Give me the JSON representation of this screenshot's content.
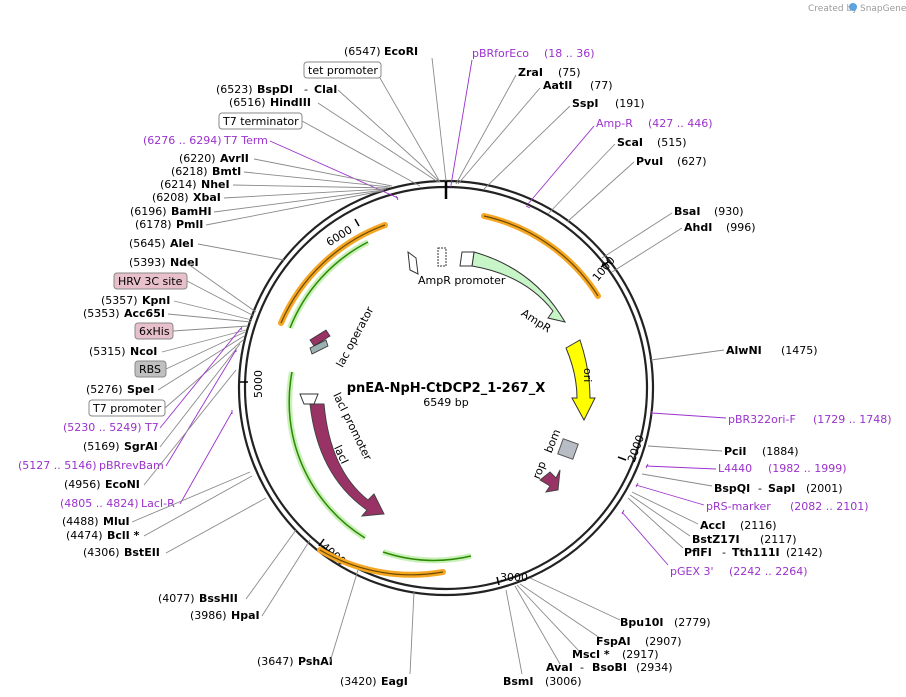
{
  "plasmid": {
    "name": "pnEA-NpH-CtDCP2_1-267_X",
    "size": "6549 bp"
  },
  "watermark": {
    "created_by": "Created by",
    "brand": "SnapGene"
  },
  "ruler": [
    "1000",
    "2000",
    "3000",
    "4000",
    "5000",
    "6000"
  ],
  "sites_right": [
    {
      "name": "EcoRI",
      "pos": "(6547)"
    },
    {
      "name": "ZraI",
      "pos": "(75)"
    },
    {
      "name": "AatII",
      "pos": "(77)"
    },
    {
      "name": "SspI",
      "pos": "(191)"
    },
    {
      "name": "ScaI",
      "pos": "(515)"
    },
    {
      "name": "PvuI",
      "pos": "(627)"
    },
    {
      "name": "BsaI",
      "pos": "(930)"
    },
    {
      "name": "AhdI",
      "pos": "(996)"
    },
    {
      "name": "AlwNI",
      "pos": "(1475)"
    },
    {
      "name": "PciI",
      "pos": "(1884)"
    },
    {
      "name": "BspQI",
      "name2": "SapI",
      "pos": "(2001)"
    },
    {
      "name": "AccI",
      "pos": "(2116)"
    },
    {
      "name": "BstZ17I",
      "pos": "(2117)"
    },
    {
      "name": "PflFI",
      "name2": "Tth111I",
      "pos": "(2142)"
    },
    {
      "name": "Bpu10I",
      "pos": "(2779)"
    },
    {
      "name": "FspAI",
      "pos": "(2907)"
    },
    {
      "name": "MscI *",
      "pos": "(2917)"
    },
    {
      "name": "AvaI",
      "name2": "BsoBI",
      "pos": "(2934)"
    },
    {
      "name": "BsmI",
      "pos": "(3006)"
    }
  ],
  "sites_left": [
    {
      "name": "BspDI",
      "name2": "ClaI",
      "pos": "(6523)"
    },
    {
      "name": "HindIII",
      "pos": "(6516)"
    },
    {
      "name": "AvrII",
      "pos": "(6220)"
    },
    {
      "name": "BmtI",
      "pos": "(6218)"
    },
    {
      "name": "NheI",
      "pos": "(6214)"
    },
    {
      "name": "XbaI",
      "pos": "(6208)"
    },
    {
      "name": "BamHI",
      "pos": "(6196)"
    },
    {
      "name": "PmlI",
      "pos": "(6178)"
    },
    {
      "name": "AleI",
      "pos": "(5645)"
    },
    {
      "name": "NdeI",
      "pos": "(5393)"
    },
    {
      "name": "KpnI",
      "pos": "(5357)"
    },
    {
      "name": "Acc65I",
      "pos": "(5353)"
    },
    {
      "name": "NcoI",
      "pos": "(5315)"
    },
    {
      "name": "SpeI",
      "pos": "(5276)"
    },
    {
      "name": "SgrAI",
      "pos": "(5169)"
    },
    {
      "name": "EcoNI",
      "pos": "(4956)"
    },
    {
      "name": "MluI",
      "pos": "(4488)"
    },
    {
      "name": "BclI *",
      "pos": "(4474)"
    },
    {
      "name": "BstEII",
      "pos": "(4306)"
    },
    {
      "name": "BssHII",
      "pos": "(4077)"
    },
    {
      "name": "HpaI",
      "pos": "(3986)"
    },
    {
      "name": "PshAI",
      "pos": "(3647)"
    },
    {
      "name": "EagI",
      "pos": "(3420)"
    }
  ],
  "primers": [
    {
      "name": "pBRforEco",
      "range": "(18 .. 36)"
    },
    {
      "name": "Amp-R",
      "range": "(427 .. 446)"
    },
    {
      "name": "pBR322ori-F",
      "range": "(1729 .. 1748)"
    },
    {
      "name": "L4440",
      "range": "(1982 .. 1999)"
    },
    {
      "name": "pRS-marker",
      "range": "(2082 .. 2101)"
    },
    {
      "name": "pGEX 3'",
      "range": "(2242 .. 2264)"
    },
    {
      "name": "T7 Term",
      "range": "(6276 .. 6294)"
    },
    {
      "name": "T7",
      "range": "(5230 .. 5249)"
    },
    {
      "name": "pBRrevBam",
      "range": "(5127 .. 5146)"
    },
    {
      "name": "LacI-R",
      "range": "(4805 .. 4824)"
    }
  ],
  "boxed_features": {
    "tet_promoter": "tet promoter",
    "t7_terminator": "T7 terminator",
    "hrv": "HRV 3C site",
    "sixhis": "6xHis",
    "rbs": "RBS",
    "t7_promoter": "T7 promoter"
  },
  "features": {
    "ampr_promoter": "AmpR promoter",
    "ampr": "AmpR",
    "ori": "ori",
    "rop": "rop",
    "bom": "bom",
    "laci": "lacI",
    "laci_promoter": "lacI promoter",
    "lac_operator": "lac operator"
  },
  "colors": {
    "primer": "#9b32cc",
    "ampr": "#c8f5c8",
    "ori": "#ffff00",
    "laci": "#993366",
    "orange_orf": "#f5a623",
    "green_orf": "#33aa00",
    "his_box": "#e8c0cc",
    "rbs_box": "#c0c0c0"
  }
}
